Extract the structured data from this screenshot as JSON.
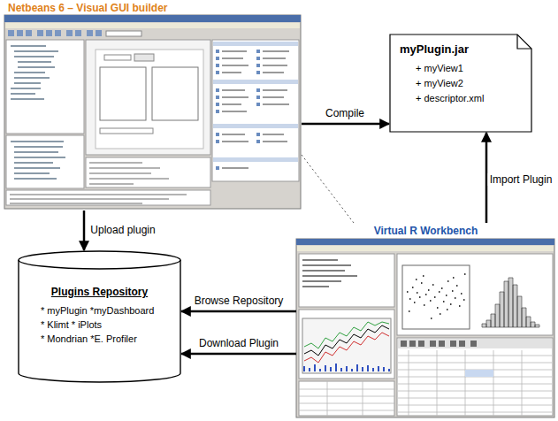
{
  "diagram": {
    "nodes": [
      {
        "text": [
          "Netbeans 6 – Visual GUI builder"
        ]
      },
      {
        "text": [
          "myPlugin.jar",
          "+ myView1",
          "+ myView2",
          "+ descriptor.xml"
        ]
      },
      {
        "text": [
          "Virtual R Workbench"
        ]
      },
      {
        "text": [
          "Plugins Repository",
          "* myPlugin *myDashboard",
          "* Klimt * iPlots",
          "* Mondrian *E. Profiler"
        ]
      }
    ],
    "edges": [
      {
        "from": 0,
        "to": 1,
        "arrow": "to",
        "label": "Compile"
      },
      {
        "from": 2,
        "to": 1,
        "arrow": "to",
        "label": "Import Plugin"
      },
      {
        "from": 0,
        "to": 3,
        "arrow": "to",
        "label": "Upload plugin"
      },
      {
        "from": 2,
        "to": 3,
        "arrow": "to",
        "label": "Browse Repository"
      },
      {
        "from": 2,
        "to": 3,
        "arrow": "to",
        "label": "Download Plugin"
      },
      {
        "from": 2,
        "to": 0,
        "arrow": "none"
      }
    ]
  }
}
